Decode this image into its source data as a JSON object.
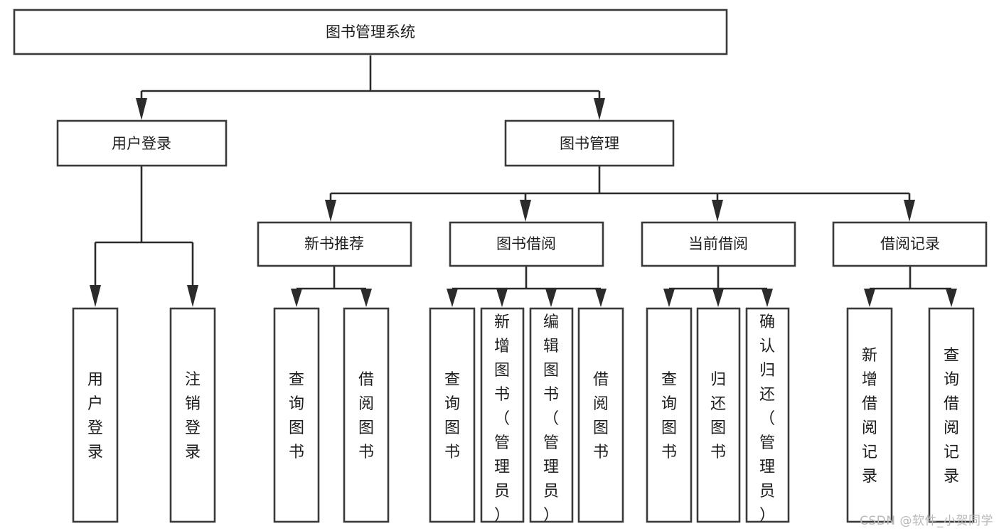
{
  "diagram": {
    "title": "图书管理系统",
    "type": "tree-hierarchy",
    "watermark": "CSDN @软件_小贺同学",
    "colors": {
      "stroke": "#3a3a3a",
      "background": "#ffffff",
      "text": "#1d1d1d",
      "watermark": "#b9b9b9"
    },
    "levels": {
      "root": "图书管理系统",
      "level2": [
        "用户登录",
        "图书管理"
      ],
      "level3": [
        "新书推荐",
        "图书借阅",
        "当前借阅",
        "借阅记录"
      ],
      "level4_groups": [
        {
          "parent": "用户登录",
          "children": [
            "用户登录",
            "注销登录"
          ]
        },
        {
          "parent": "新书推荐",
          "children": [
            "查询图书",
            "借阅图书"
          ]
        },
        {
          "parent": "图书借阅",
          "children": [
            "查询图书",
            "新增图书（管理员）",
            "编辑图书（管理员）",
            "借阅图书"
          ]
        },
        {
          "parent": "当前借阅",
          "children": [
            "查询图书",
            "归还图书",
            "确认归还（管理员）"
          ]
        },
        {
          "parent": "借阅记录",
          "children": [
            "新增借阅记录",
            "查询借阅记录"
          ]
        }
      ]
    },
    "nodes": {
      "root": {
        "label": "图书管理系统"
      },
      "n_user_login": {
        "label": "用户登录"
      },
      "n_book_mgmt": {
        "label": "图书管理"
      },
      "n_new_book_rec": {
        "label": "新书推荐"
      },
      "n_book_borrow": {
        "label": "图书借阅"
      },
      "n_current_borrow": {
        "label": "当前借阅"
      },
      "n_borrow_record": {
        "label": "借阅记录"
      },
      "n_leaf_1": {
        "label": "用户登录"
      },
      "n_leaf_2": {
        "label": "注销登录"
      },
      "n_leaf_3": {
        "label": "查询图书"
      },
      "n_leaf_4": {
        "label": "借阅图书"
      },
      "n_leaf_5": {
        "label": "查询图书"
      },
      "n_leaf_6": {
        "label": "新增图书（管理员）"
      },
      "n_leaf_7": {
        "label": "编辑图书（管理员）"
      },
      "n_leaf_8": {
        "label": "借阅图书"
      },
      "n_leaf_9": {
        "label": "查询图书"
      },
      "n_leaf_10": {
        "label": "归还图书"
      },
      "n_leaf_11": {
        "label": "确认归还（管理员）"
      },
      "n_leaf_12": {
        "label": "新增借阅记录"
      },
      "n_leaf_13": {
        "label": "查询借阅记录"
      }
    }
  }
}
